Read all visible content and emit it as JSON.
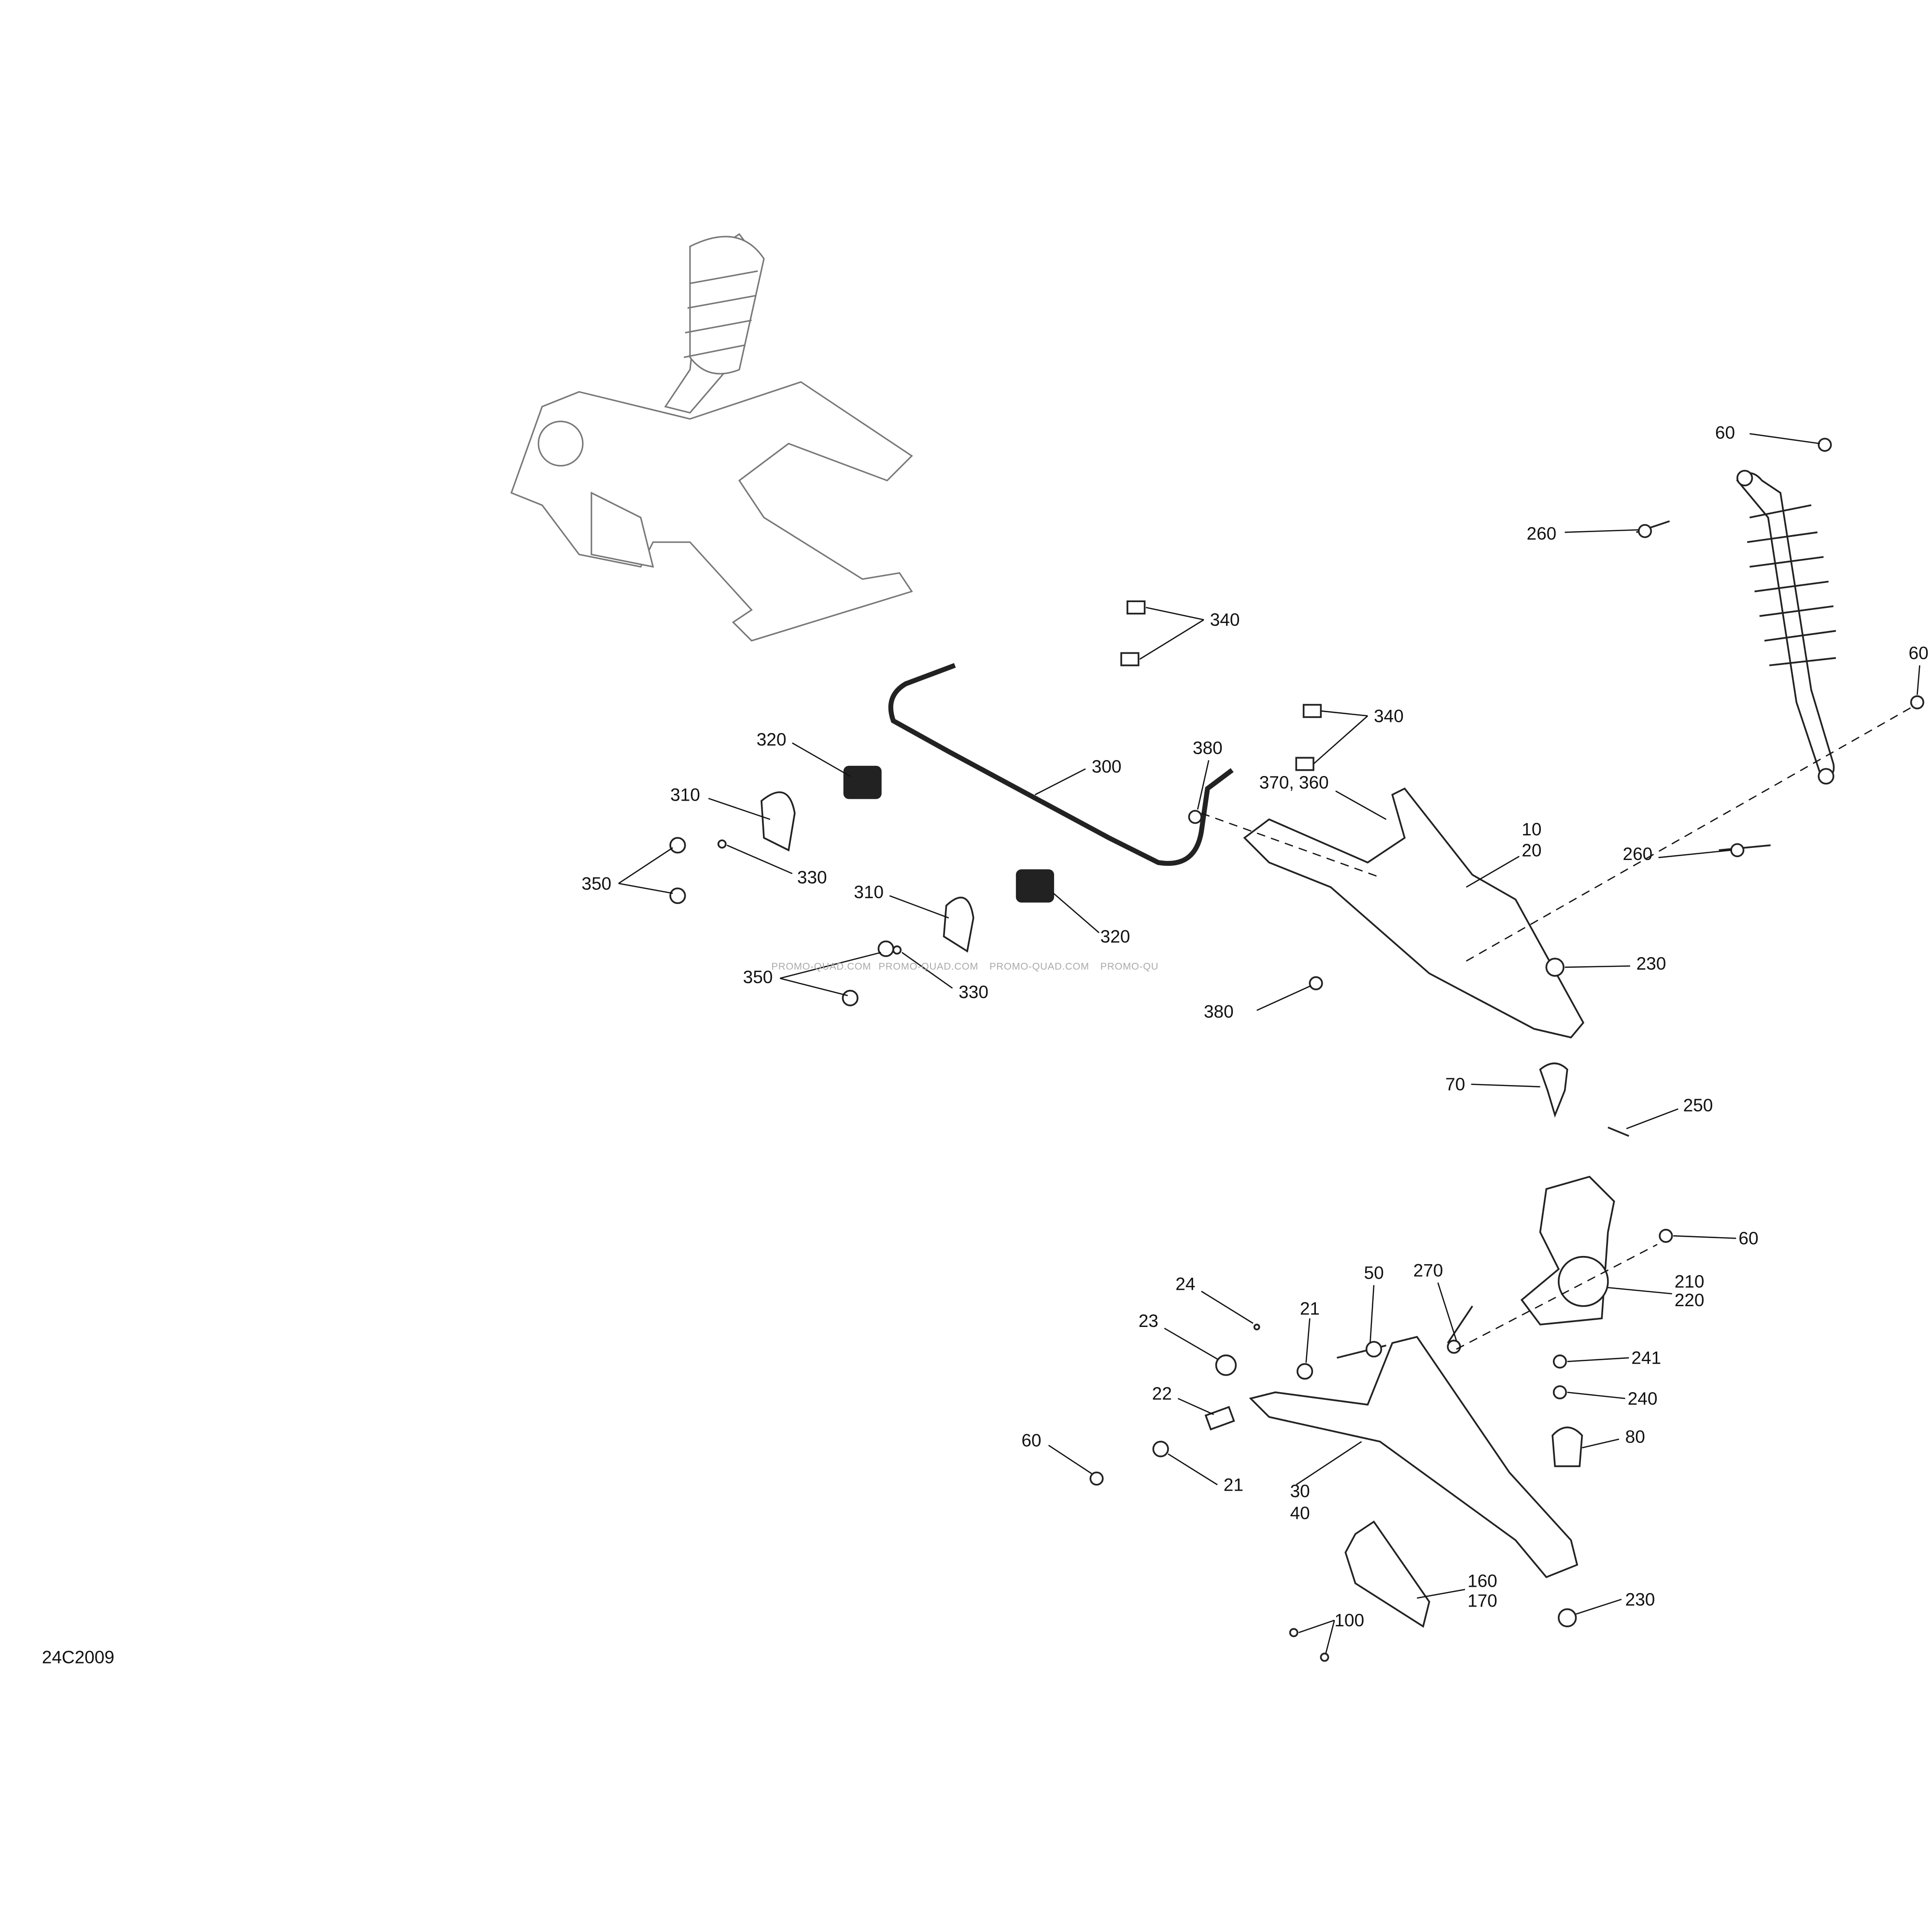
{
  "diagram_id": "24C2009",
  "watermark": [
    "PROMO-QUAD.COM",
    "PROMO-QUAD.COM",
    "PROMO-QUAD.COM",
    "PROMO-QU"
  ],
  "callouts": [
    {
      "id": "c1",
      "text": "60"
    },
    {
      "id": "c2",
      "text": "260"
    },
    {
      "id": "c3",
      "text": "340"
    },
    {
      "id": "c4",
      "text": "340"
    },
    {
      "id": "c5",
      "text": "60"
    },
    {
      "id": "c6",
      "text": "320"
    },
    {
      "id": "c7",
      "text": "300"
    },
    {
      "id": "c8",
      "text": "380"
    },
    {
      "id": "c9",
      "text": "310"
    },
    {
      "id": "c10",
      "text": "370, 360"
    },
    {
      "id": "c11",
      "text": "10",
      "text2": "20"
    },
    {
      "id": "c12",
      "text": "260"
    },
    {
      "id": "c13",
      "text": "350"
    },
    {
      "id": "c14",
      "text": "330"
    },
    {
      "id": "c15",
      "text": "310"
    },
    {
      "id": "c16",
      "text": "320"
    },
    {
      "id": "c17",
      "text": "230"
    },
    {
      "id": "c18",
      "text": "350"
    },
    {
      "id": "c19",
      "text": "330"
    },
    {
      "id": "c20",
      "text": "380"
    },
    {
      "id": "c21",
      "text": "70"
    },
    {
      "id": "c22",
      "text": "250"
    },
    {
      "id": "c23",
      "text": "60"
    },
    {
      "id": "c24",
      "text": "24"
    },
    {
      "id": "c25",
      "text": "50"
    },
    {
      "id": "c26",
      "text": "270"
    },
    {
      "id": "c27",
      "text": "210",
      "text2": "220"
    },
    {
      "id": "c28",
      "text": "21"
    },
    {
      "id": "c29",
      "text": "23"
    },
    {
      "id": "c30",
      "text": "241"
    },
    {
      "id": "c31",
      "text": "240"
    },
    {
      "id": "c32",
      "text": "22"
    },
    {
      "id": "c33",
      "text": "80"
    },
    {
      "id": "c34",
      "text": "60"
    },
    {
      "id": "c35",
      "text": "21"
    },
    {
      "id": "c36",
      "text": "30",
      "text2": "40"
    },
    {
      "id": "c37",
      "text": "160",
      "text2": "170"
    },
    {
      "id": "c38",
      "text": "230"
    },
    {
      "id": "c39",
      "text": "100"
    }
  ]
}
